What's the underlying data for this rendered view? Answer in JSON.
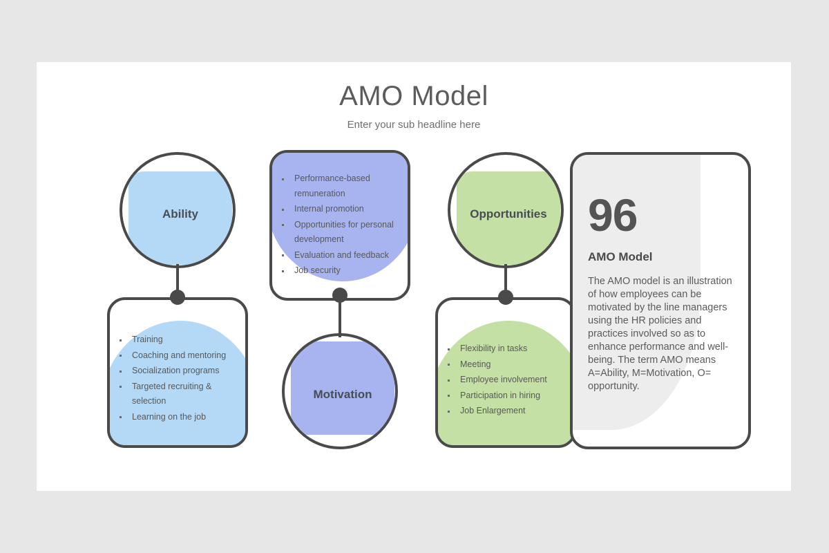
{
  "header": {
    "title": "AMO Model",
    "subtitle": "Enter your sub headline here"
  },
  "colors": {
    "ability": "#b3d9f7",
    "motivation": "#a8b4f0",
    "opportunities": "#c5e0a5",
    "outline": "#4a4a4a",
    "panel_blob": "#ededed",
    "slide_background": "#ffffff",
    "page_background": "#e8e7e7"
  },
  "columns": [
    {
      "id": "ability",
      "label": "Ability",
      "bullets": [
        "Training",
        "Coaching and mentoring",
        "Socialization programs",
        "Targeted recruiting & selection",
        "Learning on the job"
      ]
    },
    {
      "id": "motivation",
      "label": "Motivation",
      "bullets": [
        "Performance-based remuneration",
        "Internal promotion",
        "Opportunities for personal development",
        "Evaluation and feedback",
        "Job security"
      ]
    },
    {
      "id": "opportunities",
      "label": "Opportunities",
      "bullets": [
        "Flexibility in tasks",
        "Meeting",
        "Employee involvement",
        "Participation in hiring",
        "Job Enlargement"
      ]
    }
  ],
  "panel": {
    "number": "96",
    "heading": "AMO Model",
    "body": "The AMO model is an illustration of how employees can be motivated by the line managers using the HR policies and practices involved so as to enhance performance and well-being. The term AMO means A=Ability, M=Motivation, O= opportunity."
  }
}
